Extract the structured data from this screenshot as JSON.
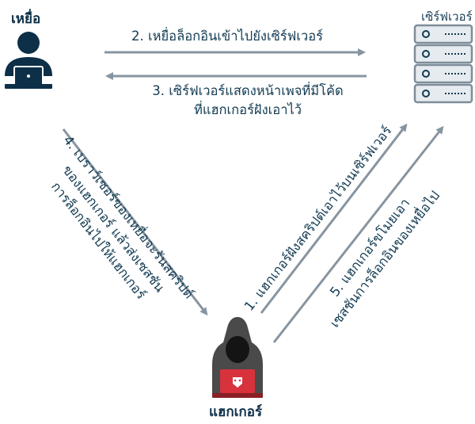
{
  "actors": {
    "victim": "เหยื่อ",
    "server": "เซิร์ฟเวอร์",
    "hacker": "แฮกเกอร์"
  },
  "steps": {
    "s1": "1. แฮกเกอร์ฝังสคริปต์เอาไว้บนเซิร์ฟเวอร์",
    "s2": "2. เหยื่อล็อกอินเข้าไปยังเซิร์ฟเวอร์",
    "s3_line1": "3. เซิร์ฟเวอร์แสดงหน้าเพจที่มีโค้ด",
    "s3_line2": "ที่แฮกเกอร์ฝังเอาไว้",
    "s4_line1": "4. เบราว์เซอร์ของเหยื่อจะรันสคริปต์",
    "s4_line2": "ของแฮกเกอร์ แล้วส่งเซสชัน",
    "s4_line3": "การล็อกอินไปให้แฮกเกอร์",
    "s5_line1": "5. แฮกเกอร์ขโมยเอา",
    "s5_line2": "เซสชันการล็อกอินของเหยื่อไป"
  },
  "colors": {
    "navy": "#0d2f48",
    "arrow": "#8795a1",
    "server_fill": "#e6ebef",
    "server_stroke": "#7d8d99",
    "hood": "#4a4a4a",
    "laptop_red": "#d8323c"
  },
  "icons": {
    "victim": "user-laptop-icon",
    "server": "server-rack-icon",
    "hacker": "hooded-hacker-icon"
  }
}
